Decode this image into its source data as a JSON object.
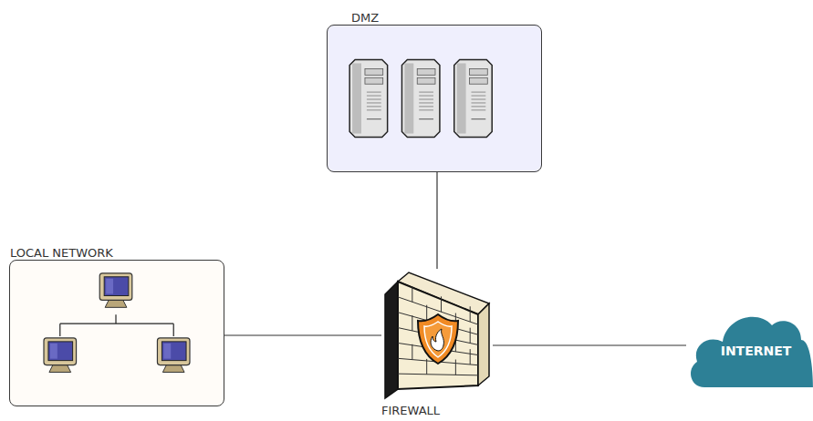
{
  "diagram": {
    "nodes": [
      {
        "text": [
          "DMZ"
        ]
      },
      {
        "text": [
          "LOCAL NETWORK"
        ]
      },
      {
        "text": [
          "FIREWALL"
        ]
      },
      {
        "text": [
          "INTERNET"
        ]
      }
    ],
    "edges": [
      {
        "from": 2,
        "to": 0,
        "arrow": "none"
      },
      {
        "from": 1,
        "to": 2,
        "arrow": "none"
      },
      {
        "from": 2,
        "to": 3,
        "arrow": "none"
      }
    ]
  }
}
